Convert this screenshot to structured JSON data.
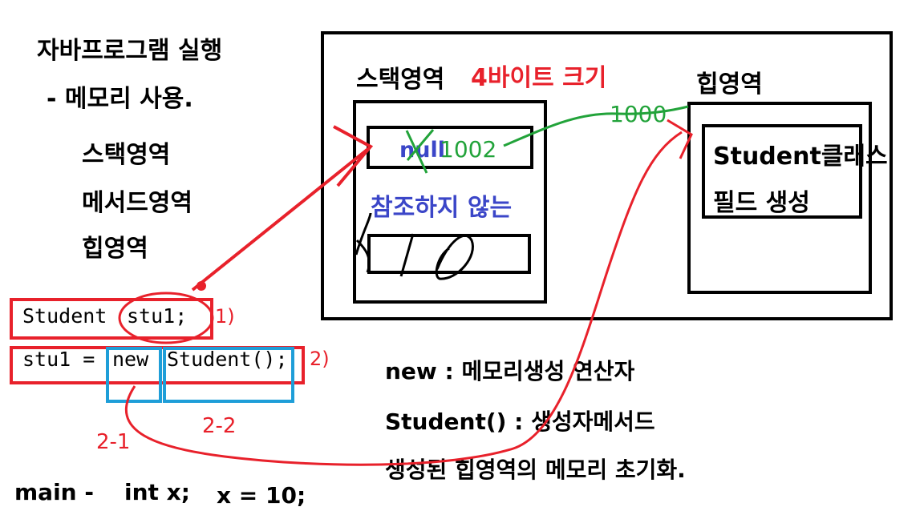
{
  "left_notes": {
    "title": "자바프로그램 실행",
    "subtitle": "- 메모리 사용.",
    "areas": [
      "스택영역",
      "메서드영역",
      "힙영역"
    ]
  },
  "memory_diagram": {
    "stack_label": "스택영역",
    "stack_note": "4바이트 크기",
    "heap_label": "힙영역",
    "null_value": "null",
    "address_value": "1002",
    "address_arrow_label": "1000",
    "unreferenced_note": "참조하지 않는",
    "heap_object_line1": "Student클래스",
    "heap_object_line2": "필드 생성"
  },
  "code": {
    "line1_type": "Student",
    "line1_var": "stu1;",
    "line1_marker": "1)",
    "line2_lhs": "stu1 =",
    "line2_new": "new",
    "line2_ctor": "Student();",
    "line2_marker": "2)",
    "sub_marker_1": "2-1",
    "sub_marker_2": "2-2"
  },
  "explanations": {
    "new": "new : 메모리생성 연산자",
    "ctor": "Student() : 생성자메서드",
    "init": "생성된 힙영역의 메모리 초기화."
  },
  "main_line": {
    "label": "main -",
    "decl": "int x;",
    "assign": "x = 10;"
  },
  "colors": {
    "ink_red": "#e8212b",
    "ink_green": "#22a33a",
    "ink_blue": "#3b46c8",
    "box_blue": "#1e9ed8",
    "black": "#000000"
  }
}
